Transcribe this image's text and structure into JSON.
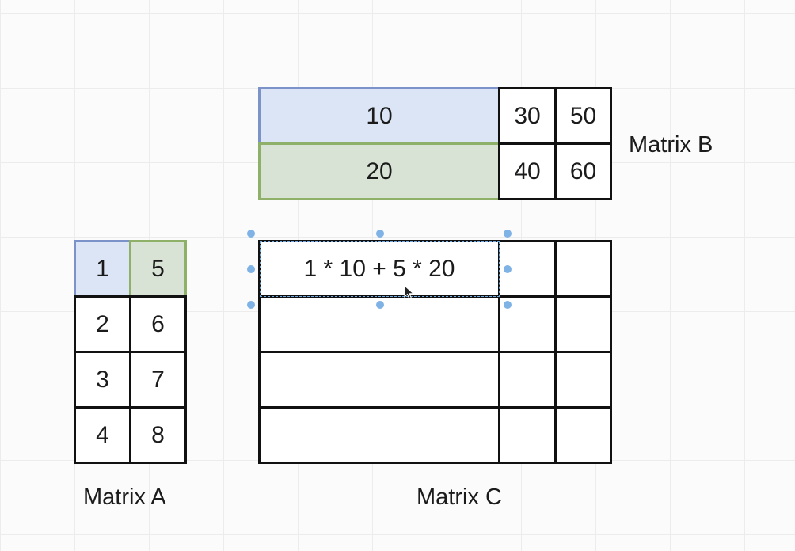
{
  "colors": {
    "blue_fill": "#dbe5f6",
    "blue_border": "#7b93c8",
    "green_fill": "#d8e3d6",
    "green_border": "#8fb069",
    "cell_border": "#111111",
    "selection_handle": "#7fb2e5"
  },
  "matrix_a": {
    "label": "Matrix A",
    "rows": [
      [
        "1",
        "5"
      ],
      [
        "2",
        "6"
      ],
      [
        "3",
        "7"
      ],
      [
        "4",
        "8"
      ]
    ]
  },
  "matrix_b": {
    "label": "Matrix B",
    "rows": [
      [
        "10",
        "30",
        "50"
      ],
      [
        "20",
        "40",
        "60"
      ]
    ]
  },
  "matrix_c": {
    "label": "Matrix C",
    "rows": [
      [
        "1 * 10 + 5 * 20",
        "",
        ""
      ],
      [
        "",
        "",
        ""
      ],
      [
        "",
        "",
        ""
      ],
      [
        "",
        "",
        ""
      ]
    ]
  },
  "cursor": {
    "icon": "mouse-pointer-icon"
  }
}
